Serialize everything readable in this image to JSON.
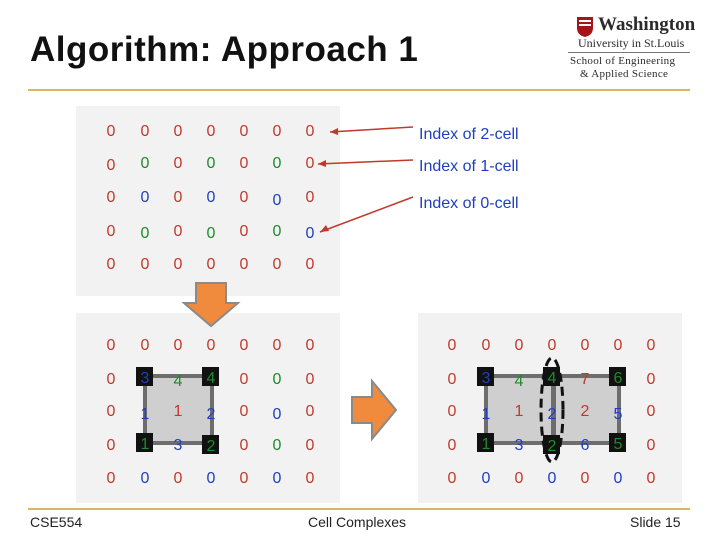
{
  "slide": {
    "title": "Algorithm: Approach 1",
    "footer_left": "CSE554",
    "footer_center": "Cell Complexes",
    "footer_right": "Slide 15"
  },
  "logo": {
    "line1": "Washington",
    "line2": "University in St.Louis",
    "line3": "School of Engineering",
    "line4": "& Applied Science"
  },
  "annotations": {
    "two_cell": "Index of 2-cell",
    "one_cell": "Index of 1-cell",
    "zero_cell": "Index of 0-cell"
  },
  "colors": {
    "two_cell": "#c0392b",
    "one_cell": "#1f8a2a",
    "zero_cell": "#1f3fbf",
    "rule": "#d9b75c"
  },
  "grid_top": [
    [
      "0",
      "0",
      "0",
      "0",
      "0",
      "0",
      "0"
    ],
    [
      "0",
      "0",
      "0",
      "0",
      "0",
      "0",
      "0"
    ],
    [
      "0",
      "0",
      "0",
      "0",
      "0",
      "0",
      "0"
    ],
    [
      "0",
      "0",
      "0",
      "0",
      "0",
      "0",
      "0"
    ],
    [
      "0",
      "0",
      "0",
      "0",
      "0",
      "0",
      "0"
    ]
  ],
  "grid_left": [
    [
      "0",
      "0",
      "0",
      "0",
      "0",
      "0",
      "0"
    ],
    [
      "0",
      "3",
      "4",
      "4",
      "0",
      "0",
      "0"
    ],
    [
      "0",
      "1",
      "1",
      "2",
      "0",
      "0",
      "0"
    ],
    [
      "0",
      "1",
      "3",
      "2",
      "0",
      "0",
      "0"
    ],
    [
      "0",
      "0",
      "0",
      "0",
      "0",
      "0",
      "0"
    ]
  ],
  "grid_right": [
    [
      "0",
      "0",
      "0",
      "0",
      "0",
      "0",
      "0"
    ],
    [
      "0",
      "3",
      "4",
      "4",
      "7",
      "6",
      "0"
    ],
    [
      "0",
      "1",
      "1",
      "2",
      "2",
      "5",
      "0"
    ],
    [
      "0",
      "1",
      "3",
      "2",
      "6",
      "5",
      "0"
    ],
    [
      "0",
      "0",
      "0",
      "0",
      "0",
      "0",
      "0"
    ]
  ]
}
